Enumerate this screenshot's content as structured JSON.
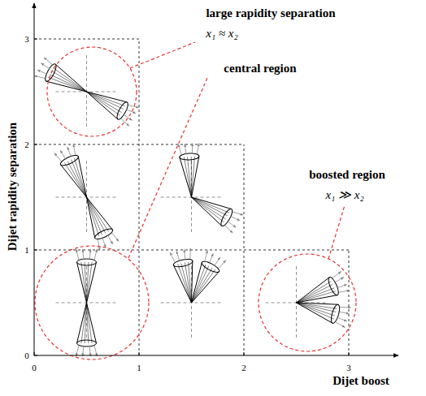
{
  "diagram": {
    "labels": [
      "large rapidity separation",
      "x₁ ≈ x₂",
      "central region",
      "boosted region",
      "x₁ ≫ x₂",
      "Dijet rapidity separation",
      "Dijet boost",
      "0",
      "1",
      "2",
      "3",
      "0",
      "1",
      "2",
      "3"
    ]
  }
}
